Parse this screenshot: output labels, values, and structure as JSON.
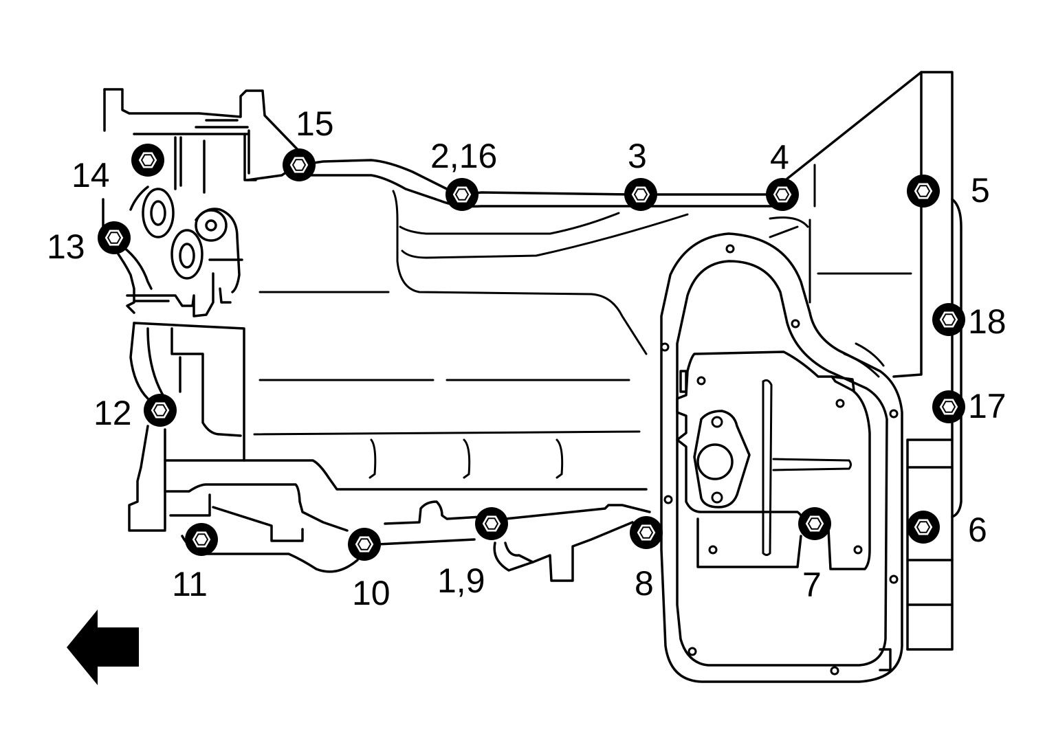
{
  "bolts": [
    {
      "id": "bolt-1-9",
      "label": "1,9"
    },
    {
      "id": "bolt-2-16",
      "label": "2,16"
    },
    {
      "id": "bolt-3",
      "label": "3"
    },
    {
      "id": "bolt-4",
      "label": "4"
    },
    {
      "id": "bolt-5",
      "label": "5"
    },
    {
      "id": "bolt-6",
      "label": "6"
    },
    {
      "id": "bolt-7",
      "label": "7"
    },
    {
      "id": "bolt-8",
      "label": "8"
    },
    {
      "id": "bolt-10",
      "label": "10"
    },
    {
      "id": "bolt-11",
      "label": "11"
    },
    {
      "id": "bolt-12",
      "label": "12"
    },
    {
      "id": "bolt-13",
      "label": "13"
    },
    {
      "id": "bolt-14",
      "label": "14"
    },
    {
      "id": "bolt-15",
      "label": "15"
    },
    {
      "id": "bolt-17",
      "label": "17"
    },
    {
      "id": "bolt-18",
      "label": "18"
    }
  ],
  "direction_arrow": {
    "icon": "arrow-left-icon",
    "color": "#000000"
  }
}
